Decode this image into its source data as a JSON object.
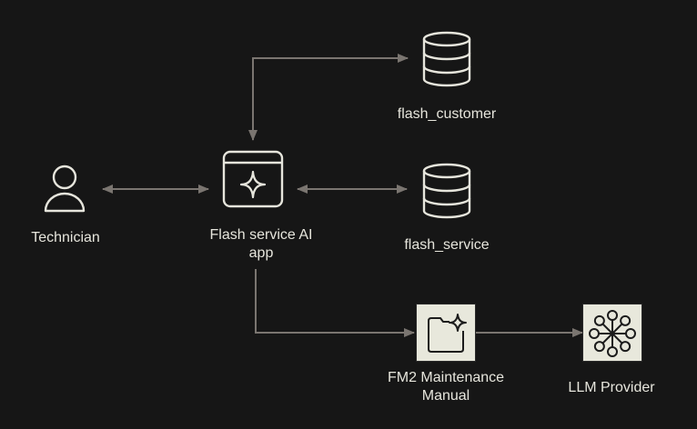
{
  "diagram": {
    "title": "",
    "colors": {
      "background": "#161616",
      "stroke_light": "#e6e5dc",
      "arrow": "#7a7570",
      "tile_fill": "#e8e8dc",
      "tile_stroke": "#1c1c1c"
    },
    "nodes": [
      {
        "id": "technician",
        "label": "Technician",
        "icon": "user-icon"
      },
      {
        "id": "app",
        "label": "Flash service AI app",
        "icon": "app-window-sparkle-icon"
      },
      {
        "id": "flash_customer",
        "label": "flash_customer",
        "icon": "database-icon"
      },
      {
        "id": "flash_service",
        "label": "flash_service",
        "icon": "database-icon"
      },
      {
        "id": "manual",
        "label": "FM2 Maintenance Manual",
        "icon": "folder-sparkle-icon"
      },
      {
        "id": "llm",
        "label": "LLM Provider",
        "icon": "network-hub-icon"
      }
    ],
    "edges": [
      {
        "from": "technician",
        "to": "app",
        "direction": "bidirectional"
      },
      {
        "from": "app",
        "to": "flash_service",
        "direction": "bidirectional"
      },
      {
        "from": "app",
        "to": "flash_customer",
        "direction": "bidirectional"
      },
      {
        "from": "app",
        "to": "manual",
        "direction": "forward"
      },
      {
        "from": "manual",
        "to": "llm",
        "direction": "forward"
      }
    ]
  }
}
